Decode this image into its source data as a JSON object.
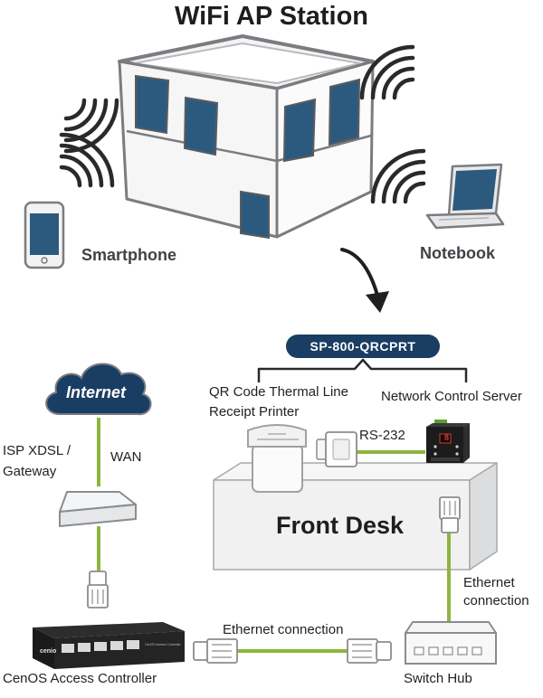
{
  "title": "WiFi AP Station",
  "labels": {
    "smartphone": "Smartphone",
    "notebook": "Notebook",
    "model_badge": "SP-800-QRCPRT",
    "printer_line1": "QR Code Thermal Line",
    "printer_line2": "Receipt Printer",
    "network_server": "Network Control Server",
    "rs232": "RS-232",
    "internet": "Internet",
    "isp_line1": "ISP XDSL /",
    "isp_line2": "Gateway",
    "wan": "WAN",
    "front_desk": "Front Desk",
    "ethernet_connection_1": "Ethernet",
    "ethernet_connection_2": "connection",
    "ethernet_connection_h": "Ethernet connection",
    "switch_hub": "Switch Hub",
    "cenos_controller": "CenOS Access Controller",
    "controller_brand": "cenio",
    "controller_panel_text": "CenOS Access Controller",
    "server_display": "8"
  },
  "colors": {
    "link_line": "#8db53e",
    "window_fill": "#2c5a7e",
    "building_outline": "#7a7c80",
    "badge_bg": "#1a3d63",
    "cloud_fill": "#1a3d63",
    "signal_wave": "#2a2a2a"
  }
}
